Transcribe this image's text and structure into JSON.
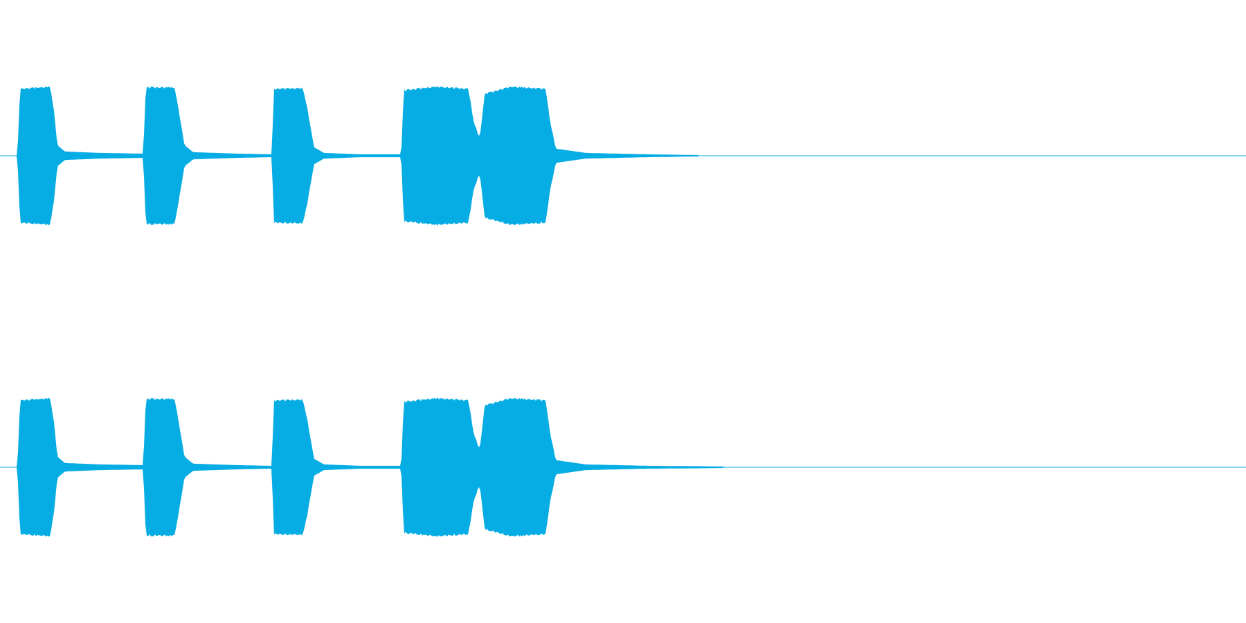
{
  "colors": {
    "background": "#ffffff",
    "waveform": "#06ADE5"
  },
  "chart_data": {
    "type": "area",
    "title": "",
    "xlabel": "",
    "ylabel": "",
    "grid": false,
    "legend": "none",
    "x_range": [
      0,
      1
    ],
    "y_range": [
      -1,
      1
    ],
    "series": [
      {
        "channel": "left",
        "envelope": [
          [
            0.0,
            0.0
          ],
          [
            0.014,
            0.0
          ],
          [
            0.016,
            0.95
          ],
          [
            0.04,
            0.98
          ],
          [
            0.043,
            0.7
          ],
          [
            0.046,
            0.15
          ],
          [
            0.052,
            0.06
          ],
          [
            0.08,
            0.04
          ],
          [
            0.115,
            0.03
          ],
          [
            0.117,
            0.97
          ],
          [
            0.14,
            0.97
          ],
          [
            0.143,
            0.7
          ],
          [
            0.148,
            0.15
          ],
          [
            0.155,
            0.05
          ],
          [
            0.19,
            0.03
          ],
          [
            0.218,
            0.02
          ],
          [
            0.22,
            0.95
          ],
          [
            0.243,
            0.96
          ],
          [
            0.247,
            0.65
          ],
          [
            0.252,
            0.12
          ],
          [
            0.26,
            0.04
          ],
          [
            0.29,
            0.02
          ],
          [
            0.322,
            0.02
          ],
          [
            0.324,
            0.93
          ],
          [
            0.35,
            0.98
          ],
          [
            0.376,
            0.95
          ],
          [
            0.38,
            0.5
          ],
          [
            0.385,
            0.25
          ],
          [
            0.389,
            0.88
          ],
          [
            0.41,
            0.98
          ],
          [
            0.438,
            0.95
          ],
          [
            0.441,
            0.55
          ],
          [
            0.446,
            0.1
          ],
          [
            0.47,
            0.04
          ],
          [
            0.52,
            0.02
          ],
          [
            0.56,
            0.01
          ],
          [
            0.562,
            0.0
          ],
          [
            1.0,
            0.0
          ]
        ]
      },
      {
        "channel": "right",
        "envelope": [
          [
            0.0,
            0.0
          ],
          [
            0.014,
            0.0
          ],
          [
            0.016,
            0.95
          ],
          [
            0.04,
            0.98
          ],
          [
            0.043,
            0.7
          ],
          [
            0.046,
            0.15
          ],
          [
            0.052,
            0.06
          ],
          [
            0.08,
            0.04
          ],
          [
            0.115,
            0.03
          ],
          [
            0.117,
            0.97
          ],
          [
            0.14,
            0.97
          ],
          [
            0.143,
            0.7
          ],
          [
            0.148,
            0.15
          ],
          [
            0.155,
            0.05
          ],
          [
            0.19,
            0.03
          ],
          [
            0.218,
            0.02
          ],
          [
            0.22,
            0.95
          ],
          [
            0.243,
            0.96
          ],
          [
            0.247,
            0.65
          ],
          [
            0.252,
            0.12
          ],
          [
            0.26,
            0.04
          ],
          [
            0.29,
            0.02
          ],
          [
            0.322,
            0.02
          ],
          [
            0.324,
            0.93
          ],
          [
            0.35,
            0.98
          ],
          [
            0.376,
            0.95
          ],
          [
            0.38,
            0.5
          ],
          [
            0.385,
            0.25
          ],
          [
            0.389,
            0.88
          ],
          [
            0.41,
            0.98
          ],
          [
            0.438,
            0.95
          ],
          [
            0.441,
            0.55
          ],
          [
            0.446,
            0.1
          ],
          [
            0.47,
            0.04
          ],
          [
            0.52,
            0.02
          ],
          [
            0.56,
            0.015
          ],
          [
            0.58,
            0.01
          ],
          [
            0.582,
            0.0
          ],
          [
            1.0,
            0.0
          ]
        ]
      }
    ]
  }
}
